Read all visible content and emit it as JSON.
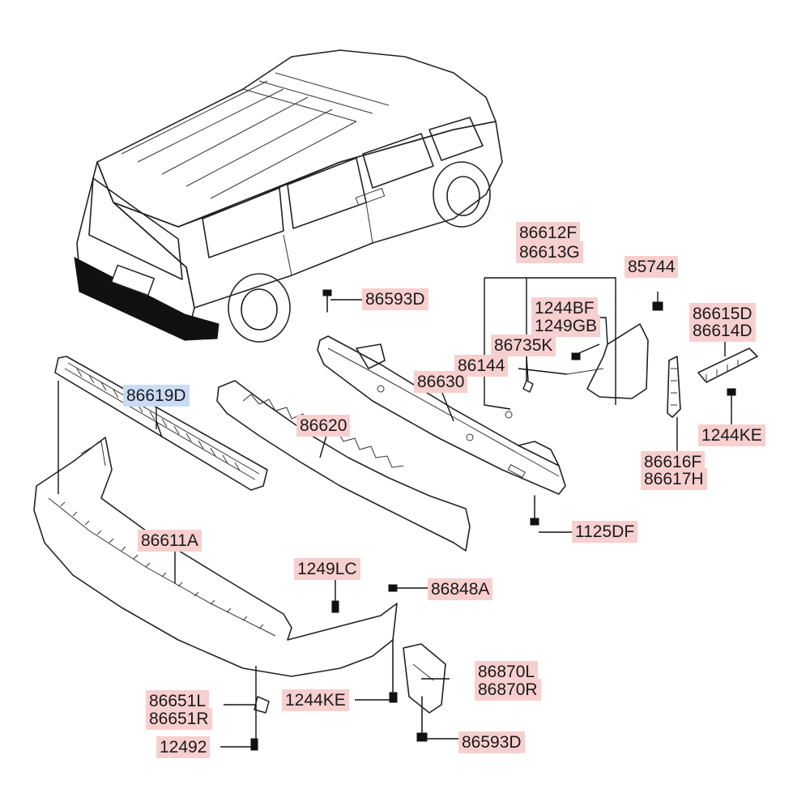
{
  "diagram": {
    "selected_part": "86619D",
    "colors": {
      "label_bg": "#f7cfcf",
      "selected_bg": "#c9dcf5",
      "line": "#111111"
    },
    "parts": {
      "p86612F": "86612F",
      "p86613G": "86613G",
      "p85744": "85744",
      "p86593D_top": "86593D",
      "p1244BF": "1244BF",
      "p1249GB": "1249GB",
      "p86735K": "86735K",
      "p86144": "86144",
      "p86615D": "86615D",
      "p86614D": "86614D",
      "p86630": "86630",
      "p86619D": "86619D",
      "p86620": "86620",
      "p1244KE_right": "1244KE",
      "p86616F": "86616F",
      "p86617H": "86617H",
      "p1125DF": "1125DF",
      "p86611A": "86611A",
      "p1249LC": "1249LC",
      "p86848A": "86848A",
      "p86870L": "86870L",
      "p86870R": "86870R",
      "p86651L": "86651L",
      "p86651R": "86651R",
      "p1244KE_bottom": "1244KE",
      "p12492": "12492",
      "p86593D_bottom": "86593D"
    }
  }
}
